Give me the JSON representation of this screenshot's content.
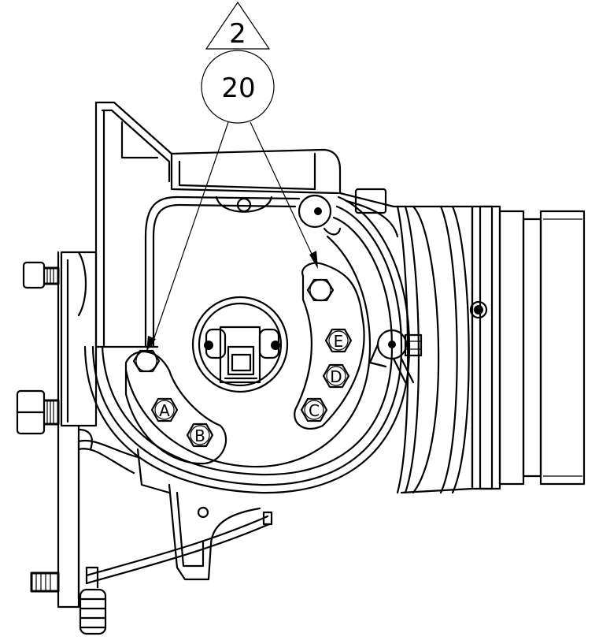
{
  "callout": {
    "revision": "2",
    "item_number": "20"
  },
  "bolt_labels": {
    "a": "A",
    "b": "B",
    "c": "C",
    "d": "D",
    "e": "E"
  }
}
